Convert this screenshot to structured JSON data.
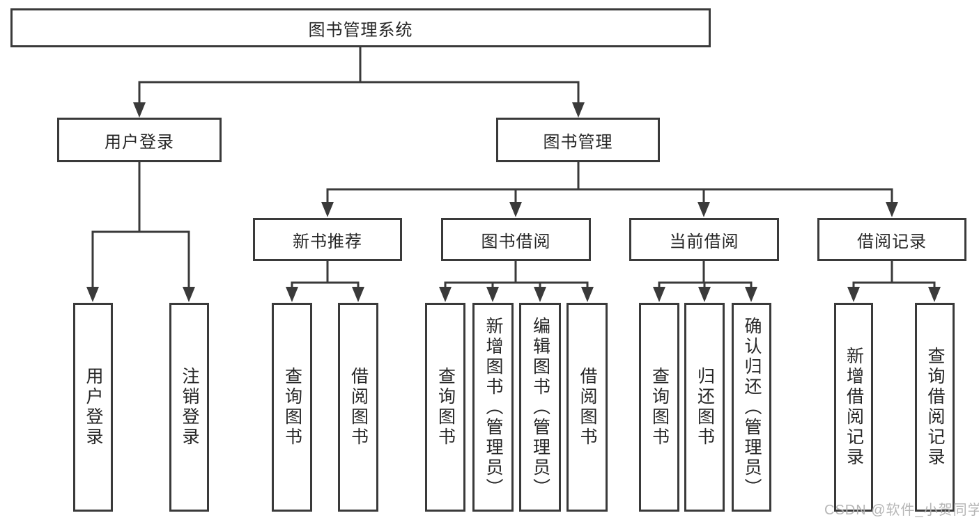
{
  "diagram": {
    "title": "图书管理系统",
    "branches": [
      {
        "label": "用户登录",
        "children": [
          {
            "label": "用户登录"
          },
          {
            "label": "注销登录"
          }
        ]
      },
      {
        "label": "图书管理",
        "children": [
          {
            "label": "新书推荐",
            "children": [
              {
                "label": "查询图书"
              },
              {
                "label": "借阅图书"
              }
            ]
          },
          {
            "label": "图书借阅",
            "children": [
              {
                "label": "查询图书"
              },
              {
                "label": "新增图书（管理员）"
              },
              {
                "label": "编辑图书（管理员）"
              },
              {
                "label": "借阅图书"
              }
            ]
          },
          {
            "label": "当前借阅",
            "children": [
              {
                "label": "查询图书"
              },
              {
                "label": "归还图书"
              },
              {
                "label": "确认归还（管理员）"
              }
            ]
          },
          {
            "label": "借阅记录",
            "children": [
              {
                "label": "新增借阅记录"
              },
              {
                "label": "查询借阅记录"
              }
            ]
          }
        ]
      }
    ]
  },
  "watermark": {
    "text": "CSDN @软件_小贺同学"
  },
  "colors": {
    "line": "#3a3a3a",
    "text": "#262626",
    "box_background": "#ffffff",
    "watermark": "#b2b2b2",
    "background": "#ffffff"
  }
}
